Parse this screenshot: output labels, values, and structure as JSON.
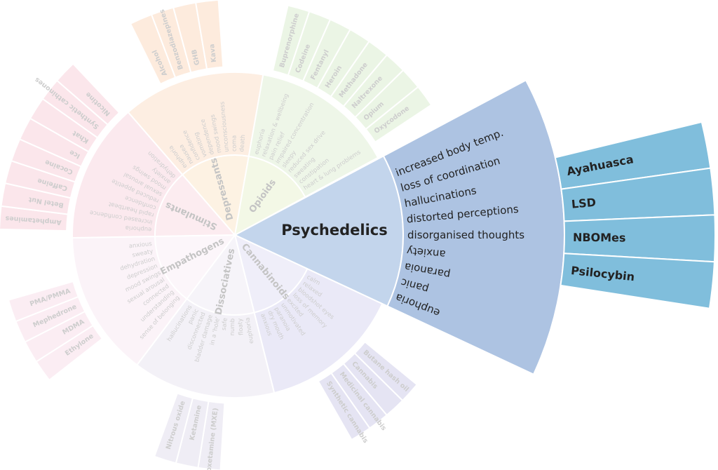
{
  "diagram": {
    "focus": "Psychedelics",
    "categories": [
      {
        "name": "Psychedelics",
        "highlighted": true,
        "colors": {
          "inner": "#c3d5ec",
          "effects": "#adc3e2",
          "drugs": "#80bedc"
        },
        "effects": [
          "increased body temp.",
          "loss of coordination",
          "hallucinations",
          "distorted perceptions",
          "disorganised thoughts",
          "anxiety",
          "paranoia",
          "panic",
          "euphoria"
        ],
        "drugs": [
          "Ayahuasca",
          "LSD",
          "NBOMes",
          "Psilocybin"
        ]
      },
      {
        "name": "Cannabinoids",
        "highlighted": false,
        "colors": {
          "inner": "#efeef9",
          "effects": "#eae9f7",
          "drugs": "#e5e4f3"
        },
        "effects": [
          "calm",
          "relaxed",
          "bloodshot eyes",
          "loss of memory",
          "excited",
          "unmotivated",
          "paranoia",
          "dry mouth",
          "anxious"
        ],
        "drugs": [
          "Butane hash oil",
          "Cannabis",
          "Medicinal cannabis",
          "Synthetic cannabis"
        ]
      },
      {
        "name": "Dissociatives",
        "highlighted": false,
        "colors": {
          "inner": "#f6f4f9",
          "effects": "#f3f1f7",
          "drugs": "#efedf5"
        },
        "effects": [
          "euphoria",
          "floaty",
          "numb",
          "safe",
          "in a 'hole'",
          "bladder damage",
          "disconnected",
          "panic",
          "hallucinations"
        ],
        "drugs": [
          "Methoxetamine (MXE)",
          "Ketamine",
          "Nitrous oxide"
        ]
      },
      {
        "name": "Empathogens",
        "highlighted": false,
        "colors": {
          "inner": "#fcf6fa",
          "effects": "#fbf3f8",
          "drugs": "#fbedf3"
        },
        "effects": [
          "sense of belonging",
          "understanding",
          "connected",
          "sexual arousal",
          "mood swings",
          "depression",
          "dehydration",
          "sweaty",
          "anxious"
        ],
        "drugs": [
          "Ethylone",
          "MDMA",
          "Mephedrone",
          "PMA/PMMA"
        ]
      },
      {
        "name": "Stimulants",
        "highlighted": false,
        "colors": {
          "inner": "#fcecf0",
          "effects": "#fbe9ee",
          "drugs": "#fbe6eb"
        },
        "effects": [
          "euphoria",
          "increased confidence",
          "rapid heartbeat",
          "confidence",
          "reduced appetite",
          "sexual arousal",
          "mood swings",
          "anxiety",
          "dehydration"
        ],
        "drugs": [
          "Amphetamines",
          "Betel Nut",
          "Caffeine",
          "Cocaine",
          "Ice",
          "Khat",
          "Synthetic cathinones",
          "Nicotine"
        ]
      },
      {
        "name": "Depressants",
        "highlighted": false,
        "colors": {
          "inner": "#fdf2e3",
          "effects": "#fdeee2",
          "drugs": "#fdebdd"
        },
        "effects": [
          "euphoria",
          "nausea",
          "confidence",
          "vomiting",
          "dependence",
          "mood swings",
          "unconsciousness",
          "coma",
          "death"
        ],
        "drugs": [
          "Alcohol",
          "Benzodiazepines",
          "GHB",
          "Kava"
        ]
      },
      {
        "name": "Opioids",
        "highlighted": false,
        "colors": {
          "inner": "#f3f8e6",
          "effects": "#eef6e8",
          "drugs": "#ebf5e5"
        },
        "effects": [
          "euphoria",
          "relaxation & wellbeing",
          "pain relief",
          "impaired concentration",
          "sleepy",
          "reduced sex drive",
          "sweating",
          "constipation",
          "heart & lung problems"
        ],
        "drugs": [
          "Buprenorphine",
          "Codeine",
          "Fentanyl",
          "Heroin",
          "Methadone",
          "Naltrexone",
          "Opium",
          "Oxycodone"
        ]
      }
    ]
  }
}
